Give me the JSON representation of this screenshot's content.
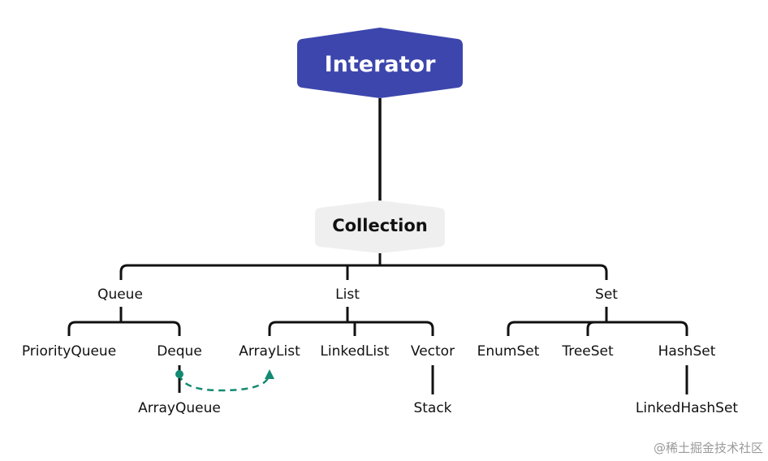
{
  "colors": {
    "root_fill": "#3d46ad",
    "root_text": "#ffffff",
    "collection_fill": "#efefef",
    "line": "#111111",
    "text": "#111111",
    "dashed_arrow": "#138a72",
    "watermark": "#9a9a9a"
  },
  "root": {
    "label": "Interator"
  },
  "collection": {
    "label": "Collection"
  },
  "groups": {
    "queue": "Queue",
    "list": "List",
    "set": "Set"
  },
  "leaves": {
    "priority_queue": "PriorityQueue",
    "deque": "Deque",
    "array_list": "ArrayList",
    "linked_list": "LinkedList",
    "vector": "Vector",
    "enum_set": "EnumSet",
    "tree_set": "TreeSet",
    "hash_set": "HashSet"
  },
  "subleaves": {
    "array_queue": "ArrayQueue",
    "stack": "Stack",
    "linked_hash_set": "LinkedHashSet"
  },
  "watermark": "@稀土掘金技术社区"
}
